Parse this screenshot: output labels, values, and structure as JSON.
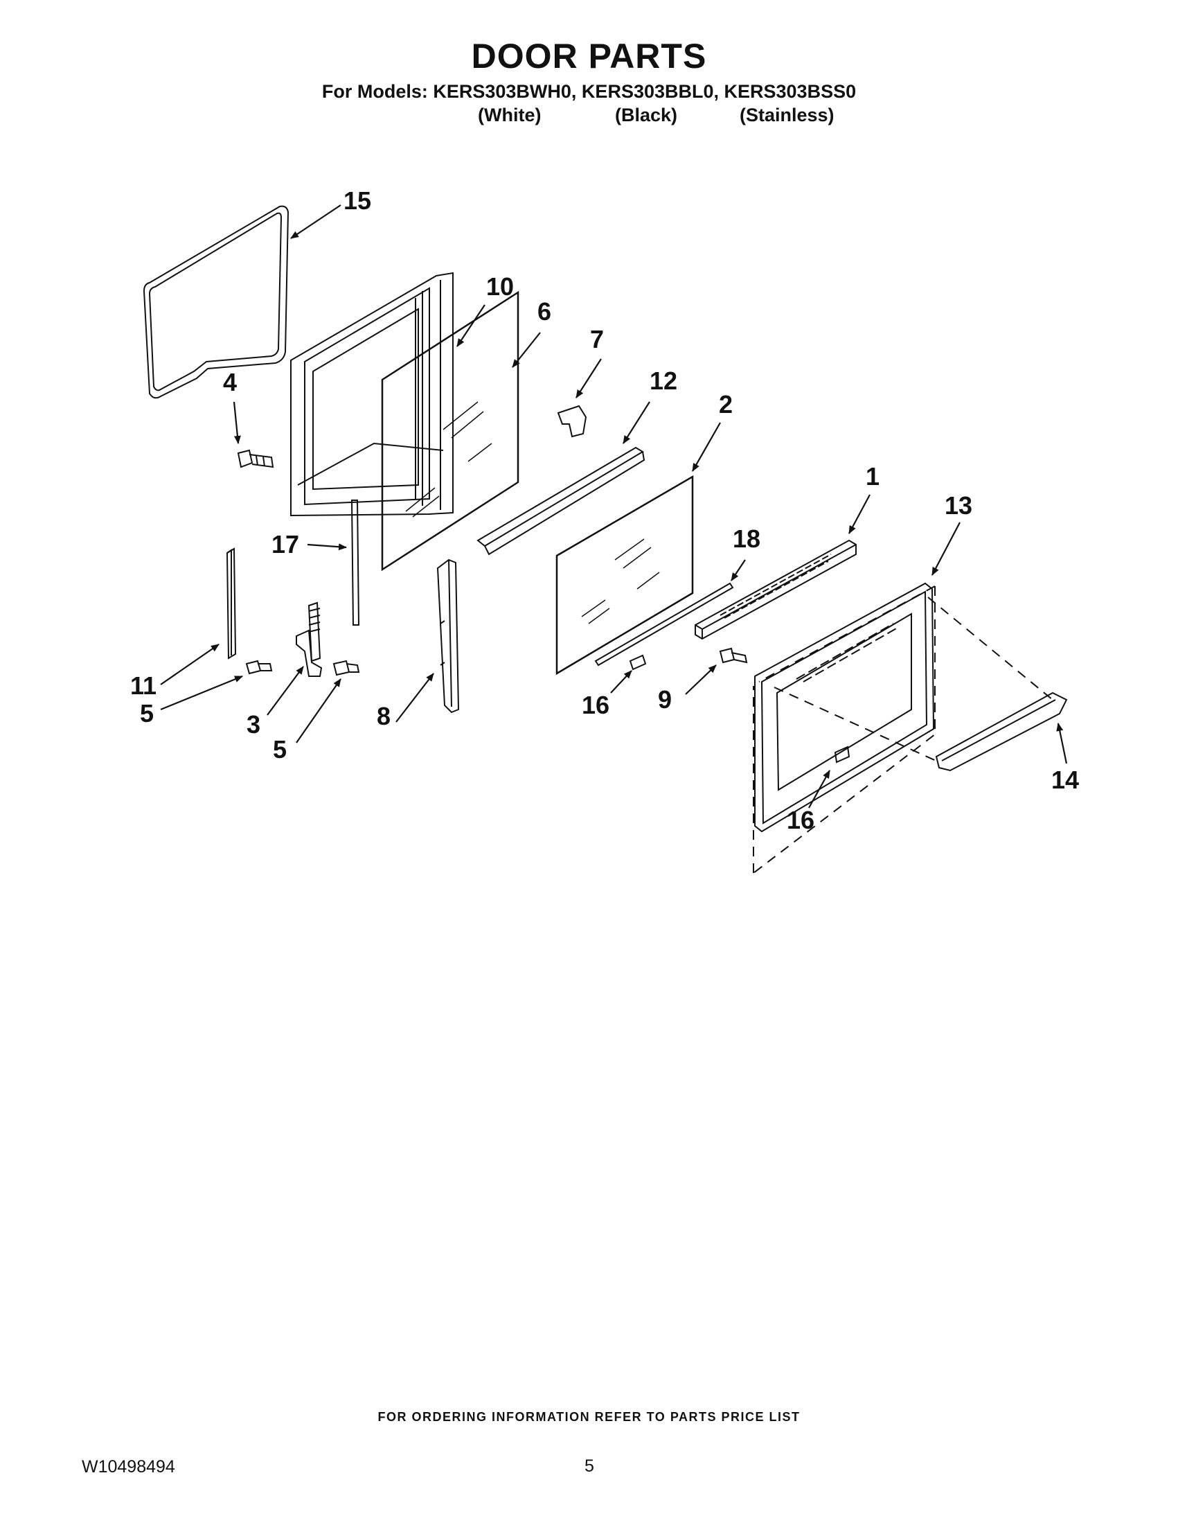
{
  "header": {
    "title": "DOOR PARTS",
    "models_line": "For Models: KERS303BWH0, KERS303BBL0, KERS303BSS0",
    "variants": [
      "(White)",
      "(Black)",
      "(Stainless)"
    ]
  },
  "diagram": {
    "callouts": [
      "15",
      "10",
      "6",
      "7",
      "4",
      "12",
      "2",
      "1",
      "13",
      "17",
      "18",
      "11",
      "5",
      "3",
      "5",
      "8",
      "16",
      "9",
      "16",
      "14"
    ]
  },
  "footer": {
    "ordering_note": "FOR ORDERING INFORMATION REFER TO PARTS PRICE LIST",
    "document_number": "W10498494",
    "page_number": "5"
  }
}
